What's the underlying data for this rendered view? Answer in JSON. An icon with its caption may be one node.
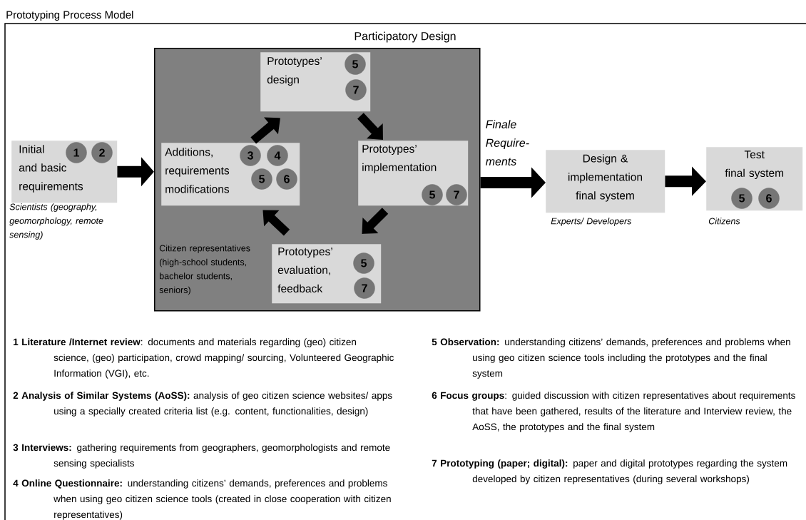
{
  "diagram": {
    "title": "Prototyping Process Model",
    "nodes": [
      {
        "text": [
          "Initial and basic requirements"
        ],
        "beside": [
          "Scientists (geography, geomorphology, remote sensing)"
        ]
      },
      {
        "text": [
          "1"
        ],
        "in": 0
      },
      {
        "text": [
          "2"
        ],
        "in": 0
      },
      {
        "text": [
          "Participatory Design",
          "Citizen representatives (high-school students, bachelor students, seniors)"
        ]
      },
      {
        "text": [
          "Prototypes’ design"
        ],
        "in": 3
      },
      {
        "text": [
          "5"
        ],
        "in": 4
      },
      {
        "text": [
          "7"
        ],
        "in": 4
      },
      {
        "text": [
          "Additions, requirements modifications"
        ],
        "in": 3
      },
      {
        "text": [
          "3"
        ],
        "in": 7
      },
      {
        "text": [
          "4"
        ],
        "in": 7
      },
      {
        "text": [
          "5"
        ],
        "in": 7
      },
      {
        "text": [
          "6"
        ],
        "in": 7
      },
      {
        "text": [
          "Prototypes’ implementation"
        ],
        "in": 3
      },
      {
        "text": [
          "5"
        ],
        "in": 12
      },
      {
        "text": [
          "7"
        ],
        "in": 12
      },
      {
        "text": [
          "Prototypes’ evaluation, feedback"
        ],
        "in": 3
      },
      {
        "text": [
          "5"
        ],
        "in": 15
      },
      {
        "text": [
          "7"
        ],
        "in": 15
      },
      {
        "text": [
          "Design & implementation final system"
        ],
        "beside": [
          "Experts/ Developers"
        ]
      },
      {
        "text": [
          "Test final system"
        ],
        "beside": [
          "Citizens"
        ]
      },
      {
        "text": [
          "5"
        ],
        "in": 19
      },
      {
        "text": [
          "6"
        ],
        "in": 19
      }
    ],
    "edges": [
      {
        "from": 0,
        "to": 3,
        "arrow": "to"
      },
      {
        "from": 7,
        "to": 4,
        "arrow": "to"
      },
      {
        "from": 4,
        "to": 12,
        "arrow": "to"
      },
      {
        "from": 12,
        "to": 15,
        "arrow": "to"
      },
      {
        "from": 15,
        "to": 7,
        "arrow": "to"
      },
      {
        "from": 3,
        "to": 18,
        "arrow": "to",
        "label": "Finale Require-ments"
      },
      {
        "from": 18,
        "to": 19,
        "arrow": "to"
      }
    ],
    "labels": [
      "**1 Literature /Internet review**: documents and materials regarding (geo) citizen science, (geo) participation, crowd mapping/ sourcing, Volunteered Geographic Information (VGI), etc.",
      "**2 Analysis of Similar Systems (AoSS):** analysis of geo citizen science websites/ apps using a specially created criteria list (e.g. content, functionalities, design)",
      "**3 Interviews:** gathering requirements from geographers, geomorphologists and remote sensing specialists",
      "**4 Online Questionnaire:** understanding citizens’ demands, preferences and problems when using geo citizen science tools (created in close cooperation with citizen representatives)",
      "**5 Observation:** understanding citizens’ demands, preferences and problems when using geo citizen science tools including the prototypes and the final system",
      "**6 Focus groups**: guided discussion with citizen representatives about requirements that have been gathered, results of the literature and Interview review, the AoSS, the prototypes and the final system",
      "**7 Prototyping (paper; digital):** paper and digital prototypes regarding the system developed by citizen representatives (during several workshops)"
    ]
  }
}
